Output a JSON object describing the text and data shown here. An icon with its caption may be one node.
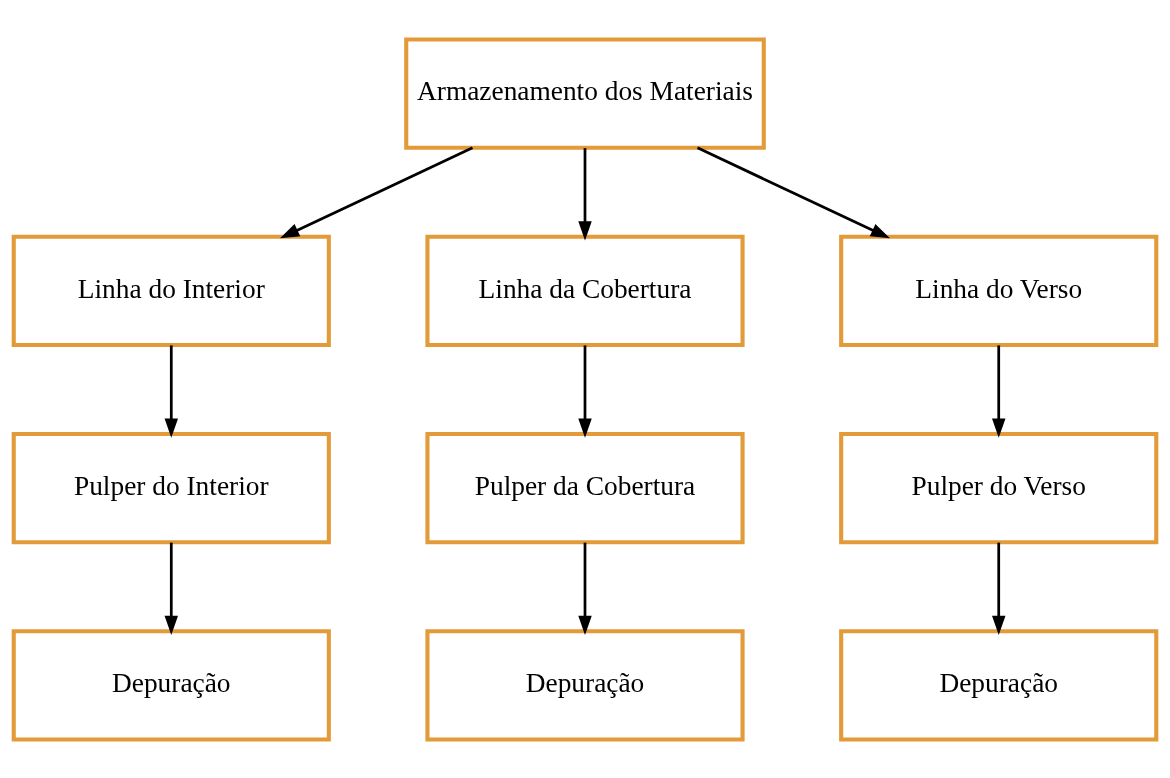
{
  "diagram": {
    "nodes": [
      {
        "text": [
          "Armazenamento dos Materiais"
        ]
      },
      {
        "text": [
          "Linha do Interior"
        ]
      },
      {
        "text": [
          "Linha da Cobertura"
        ]
      },
      {
        "text": [
          "Linha do Verso"
        ]
      },
      {
        "text": [
          "Pulper do Interior"
        ]
      },
      {
        "text": [
          "Pulper da Cobertura"
        ]
      },
      {
        "text": [
          "Pulper do Verso"
        ]
      },
      {
        "text": [
          "Depuração"
        ]
      },
      {
        "text": [
          "Depuração"
        ]
      },
      {
        "text": [
          "Depuração"
        ]
      }
    ],
    "edges": [
      {
        "from": 0,
        "to": 1,
        "arrow": "to"
      },
      {
        "from": 0,
        "to": 2,
        "arrow": "to"
      },
      {
        "from": 0,
        "to": 3,
        "arrow": "to"
      },
      {
        "from": 1,
        "to": 4,
        "arrow": "to"
      },
      {
        "from": 2,
        "to": 5,
        "arrow": "to"
      },
      {
        "from": 3,
        "to": 6,
        "arrow": "to"
      },
      {
        "from": 4,
        "to": 7,
        "arrow": "to"
      },
      {
        "from": 5,
        "to": 8,
        "arrow": "to"
      },
      {
        "from": 6,
        "to": 9,
        "arrow": "to"
      }
    ]
  }
}
